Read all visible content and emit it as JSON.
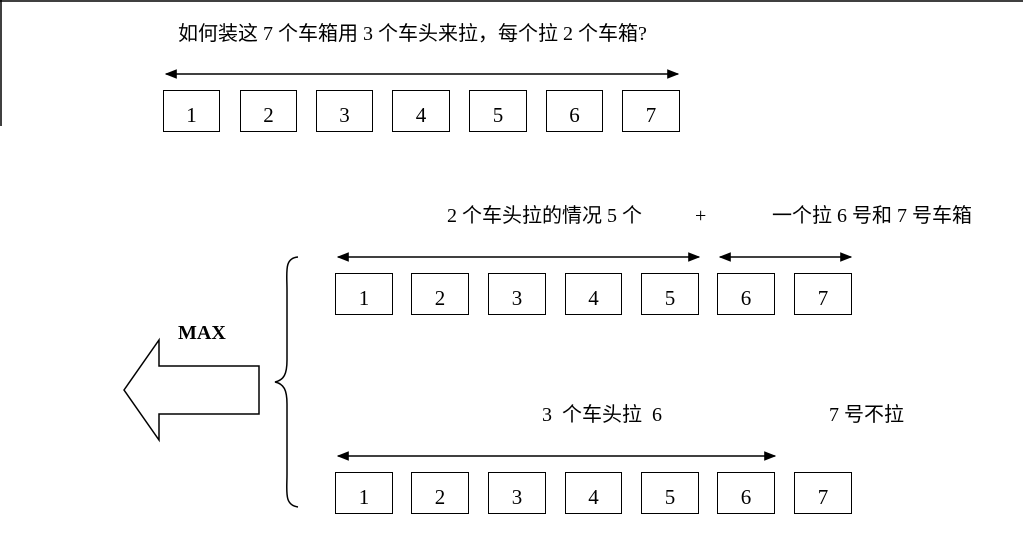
{
  "question": "如何装这 7 个车箱用 3 个车头来拉，每个拉 2 个车箱?",
  "row_top": {
    "cars": [
      "1",
      "2",
      "3",
      "4",
      "5",
      "6",
      "7"
    ]
  },
  "scenario1": {
    "label_left": "2 个车头拉的情况 5 个",
    "plus": "+",
    "label_right": "一个拉 6 号和 7 号车箱",
    "cars": [
      "1",
      "2",
      "3",
      "4",
      "5",
      "6",
      "7"
    ]
  },
  "scenario2": {
    "label_left": "3  个车头拉  6",
    "label_right": "7 号不拉",
    "cars": [
      "1",
      "2",
      "3",
      "4",
      "5",
      "6",
      "7"
    ]
  },
  "max_label": "MAX"
}
